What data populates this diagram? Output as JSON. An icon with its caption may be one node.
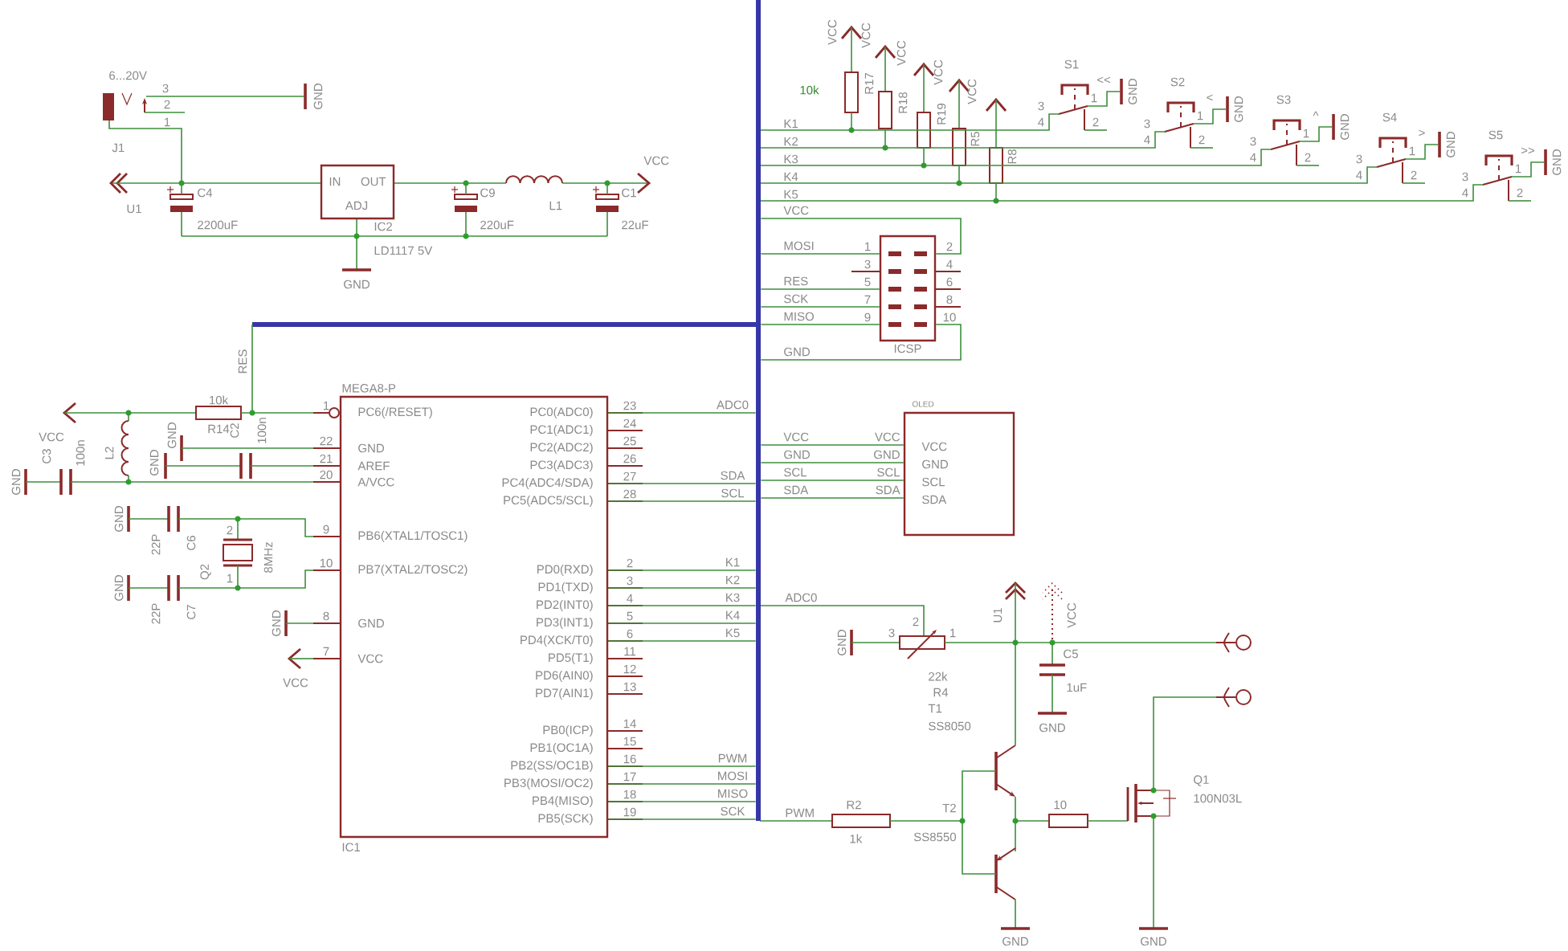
{
  "diagram": {
    "nodes": [
      {
        "text": [
          "MEGA8-P",
          "PC6(/RESET)",
          "GND",
          "AREF",
          "A/VCC",
          "PB6(XTAL1/TOSC1)",
          "PB7(XTAL2/TOSC2)",
          "GND",
          "VCC",
          "PC0(ADC0)",
          "PC1(ADC1)",
          "PC2(ADC2)",
          "PC3(ADC3)",
          "PC4(ADC4/SDA)",
          "PC5(ADC5/SCL)",
          "PD0(RXD)",
          "PD1(TXD)",
          "PD2(INT0)",
          "PD3(INT1)",
          "PD4(XCK/T0)",
          "PD5(T1)",
          "PD6(AIN0)",
          "PD7(AIN1)",
          "PB0(ICP)",
          "PB1(OC1A)",
          "PB2(SS/OC1B)",
          "PB3(MOSI/OC2)",
          "PB4(MISO)",
          "PB5(SCK)"
        ],
        "beside": [
          "IC1"
        ]
      },
      {
        "text": [],
        "shape": "bar"
      },
      {
        "text": [
          "ICSP"
        ]
      },
      {
        "text": [
          "OLED",
          "VCC",
          "GND",
          "SCL",
          "SDA"
        ]
      },
      {
        "text": [
          "IN",
          "OUT",
          "ADJ"
        ],
        "beside": [
          "IC2",
          "LD1117 5V"
        ]
      }
    ],
    "edges": [
      {
        "from": 0,
        "to": 1,
        "arrow": "none",
        "label": "ADC0"
      },
      {
        "from": 0,
        "to": 1,
        "arrow": "none",
        "label": "SDA"
      },
      {
        "from": 0,
        "to": 1,
        "arrow": "none",
        "label": "SCL"
      },
      {
        "from": 0,
        "to": 1,
        "arrow": "none",
        "label": "K1"
      },
      {
        "from": 0,
        "to": 1,
        "arrow": "none",
        "label": "K2"
      },
      {
        "from": 0,
        "to": 1,
        "arrow": "none",
        "label": "K3"
      },
      {
        "from": 0,
        "to": 1,
        "arrow": "none",
        "label": "K4"
      },
      {
        "from": 0,
        "to": 1,
        "arrow": "none",
        "label": "K5"
      },
      {
        "from": 0,
        "to": 1,
        "arrow": "none",
        "label": "PWM"
      },
      {
        "from": 0,
        "to": 1,
        "arrow": "none",
        "label": "MOSI"
      },
      {
        "from": 0,
        "to": 1,
        "arrow": "none",
        "label": "MISO"
      },
      {
        "from": 0,
        "to": 1,
        "arrow": "none",
        "label": "SCK"
      },
      {
        "from": 1,
        "to": 3,
        "arrow": "none",
        "label": "VCC"
      },
      {
        "from": 1,
        "to": 3,
        "arrow": "none",
        "label": "GND"
      },
      {
        "from": 1,
        "to": 3,
        "arrow": "none",
        "label": "SCL"
      },
      {
        "from": 1,
        "to": 3,
        "arrow": "none",
        "label": "SDA"
      },
      {
        "from": 1,
        "to": 2,
        "arrow": "none",
        "label": "VCC"
      },
      {
        "from": 1,
        "to": 2,
        "arrow": "none",
        "label": "MOSI"
      },
      {
        "from": 1,
        "to": 2,
        "arrow": "none",
        "label": "RES"
      },
      {
        "from": 1,
        "to": 2,
        "arrow": "none",
        "label": "SCK"
      },
      {
        "from": 1,
        "to": 2,
        "arrow": "none",
        "label": "MISO"
      },
      {
        "from": 1,
        "to": 2,
        "arrow": "none",
        "label": "GND"
      }
    ],
    "labels": [
      "6...20V",
      "3",
      "2",
      "1",
      "GND",
      "J1",
      "VCC",
      "U1",
      "C4",
      "C9",
      "L1",
      "C1",
      "2200uF",
      "220uF",
      "22uF",
      "GND",
      "VCC",
      "VCC",
      "VCC",
      "VCC",
      "VCC",
      "10k",
      "R17",
      "R18",
      "R19",
      "R5",
      "R8",
      "K1",
      "K2",
      "K3",
      "K4",
      "K5",
      "S1",
      "<<",
      "3",
      "1",
      "4",
      "2",
      "GND",
      "S2",
      "<",
      "3",
      "1",
      "4",
      "2",
      "GND",
      "S3",
      "^",
      "3",
      "1",
      "4",
      "2",
      "GND",
      "S4",
      ">",
      "3",
      "1",
      "4",
      "2",
      "GND",
      "S5",
      ">>",
      "3",
      "1",
      "4",
      "2",
      "GND",
      "1",
      "2",
      "3",
      "4",
      "5",
      "6",
      "7",
      "8",
      "9",
      "10",
      "RES",
      "10k",
      "R14",
      "VCC",
      "C3",
      "100n",
      "L2",
      "GND",
      "GND",
      "GND",
      "C2",
      "100n",
      "GND",
      "22P",
      "C6",
      "2",
      "1",
      "8MHz",
      "Q2",
      "GND",
      "22P",
      "C7",
      "GND",
      "VCC",
      "1",
      "22",
      "21",
      "20",
      "9",
      "10",
      "8",
      "7",
      "23",
      "24",
      "25",
      "26",
      "27",
      "28",
      "2",
      "3",
      "4",
      "5",
      "6",
      "11",
      "12",
      "13",
      "14",
      "15",
      "16",
      "17",
      "18",
      "19",
      "VCC",
      "GND",
      "SCL",
      "SDA",
      "ADC0",
      "GND",
      "3",
      "2",
      "1",
      "22k",
      "R4",
      "T1",
      "SS8050",
      "U1",
      "VCC",
      "C5",
      "1uF",
      "GND",
      "PWM",
      "R2",
      "1k",
      "T2",
      "SS8550",
      "10",
      "Q1",
      "100N03L",
      "GND",
      "GND"
    ]
  }
}
